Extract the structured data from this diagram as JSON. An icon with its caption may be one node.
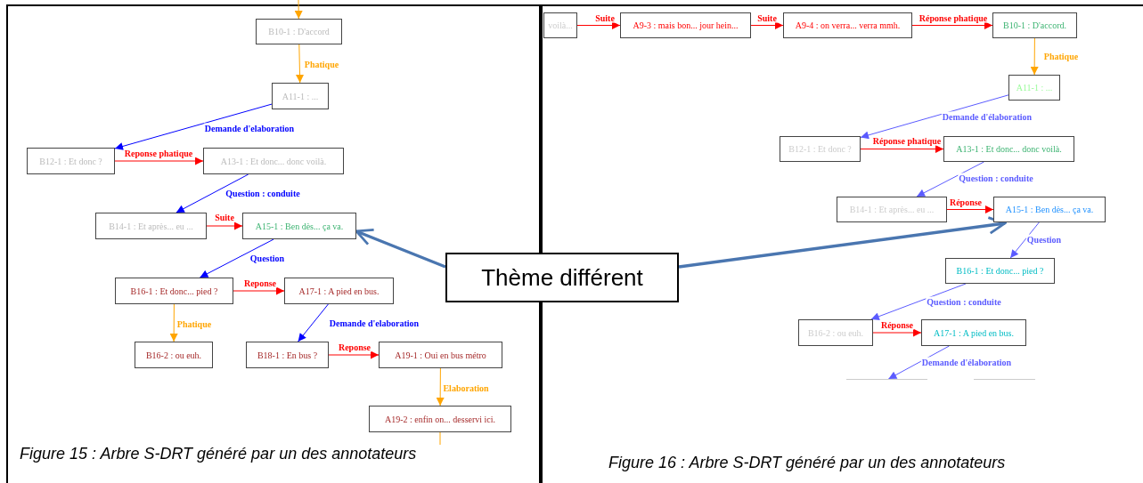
{
  "diagram": {
    "nodes": [
      {
        "text": [
          "B10-1 : D'accord"
        ]
      },
      {
        "text": [
          "A11-1 : ..."
        ]
      },
      {
        "text": [
          "B12-1 : Et donc ?"
        ]
      },
      {
        "text": [
          "A13-1 : Et donc... donc voilà."
        ]
      },
      {
        "text": [
          "B14-1 : Et après... eu ..."
        ]
      },
      {
        "text": [
          "A15-1 : Ben dès... ça va."
        ]
      },
      {
        "text": [
          "B16-1 : Et donc... pied ?"
        ]
      },
      {
        "text": [
          "A17-1 : A pied en bus."
        ]
      },
      {
        "text": [
          "B16-2 : ou euh."
        ]
      },
      {
        "text": [
          "B18-1 : En bus ?"
        ]
      },
      {
        "text": [
          "A19-1 : Oui en bus métro"
        ]
      },
      {
        "text": [
          "A19-2 : enfin on... desservi ici."
        ]
      },
      {
        "text": [
          "voilà..."
        ]
      },
      {
        "text": [
          "A9-3 : mais bon... jour hein..."
        ]
      },
      {
        "text": [
          "A9-4 : on verra... verra mmh."
        ]
      },
      {
        "text": [
          "B10-1 : D'accord."
        ]
      },
      {
        "text": [
          "A11-1 : ..."
        ]
      },
      {
        "text": [
          "B12-1 : Et donc ?"
        ]
      },
      {
        "text": [
          "A13-1 : Et donc... donc voilà."
        ]
      },
      {
        "text": [
          "B14-1 : Et après... eu ..."
        ]
      },
      {
        "text": [
          "A15-1 : Ben dès... ça va."
        ]
      },
      {
        "text": [
          "B16-1 : Et donc... pied ?"
        ]
      },
      {
        "text": [
          "B16-2 : ou euh."
        ]
      },
      {
        "text": [
          "A17-1 : A pied en bus."
        ]
      },
      {
        "text": [],
        "shape": "box"
      },
      {
        "text": [],
        "shape": "box"
      },
      {
        "text": [
          "Thème différent"
        ]
      }
    ],
    "edges": [
      {
        "from": null,
        "to": 0,
        "arrow": "to",
        "color": "#ffa500"
      },
      {
        "from": 0,
        "to": 1,
        "arrow": "to",
        "label": "Phatique",
        "color": "#ffa500"
      },
      {
        "from": 1,
        "to": 2,
        "arrow": "to",
        "label": "Demande d'elaboration",
        "color": "#0000ff"
      },
      {
        "from": 2,
        "to": 3,
        "arrow": "to",
        "label": "Reponse phatique",
        "color": "#ff0000"
      },
      {
        "from": 3,
        "to": 4,
        "arrow": "to",
        "label": "Question : conduite",
        "color": "#0000ff"
      },
      {
        "from": 4,
        "to": 5,
        "arrow": "to",
        "label": "Suite",
        "color": "#ff0000"
      },
      {
        "from": 5,
        "to": 6,
        "arrow": "to",
        "label": "Question",
        "color": "#0000ff"
      },
      {
        "from": 6,
        "to": 7,
        "arrow": "to",
        "label": "Reponse",
        "color": "#ff0000"
      },
      {
        "from": 6,
        "to": 8,
        "arrow": "to",
        "label": "Phatique",
        "color": "#ffa500"
      },
      {
        "from": 7,
        "to": 9,
        "arrow": "to",
        "label": "Demande d'elaboration",
        "color": "#0000ff"
      },
      {
        "from": 9,
        "to": 10,
        "arrow": "to",
        "label": "Reponse",
        "color": "#ff0000"
      },
      {
        "from": 10,
        "to": 11,
        "arrow": "to",
        "label": "Elaboration",
        "color": "#ffa500"
      },
      {
        "from": 11,
        "to": null,
        "arrow": "none",
        "color": "#ffa500"
      },
      {
        "from": 12,
        "to": 13,
        "arrow": "to",
        "label": "Suite",
        "color": "#ff0000"
      },
      {
        "from": 13,
        "to": 14,
        "arrow": "to",
        "label": "Suite",
        "color": "#ff0000"
      },
      {
        "from": 14,
        "to": 15,
        "arrow": "to",
        "label": "Réponse phatique",
        "color": "#ff0000"
      },
      {
        "from": 15,
        "to": 16,
        "arrow": "to",
        "label": "Phatique",
        "color": "#ffa500"
      },
      {
        "from": 16,
        "to": 17,
        "arrow": "to",
        "label": "Demande d'élaboration",
        "color": "#5b5bff"
      },
      {
        "from": 17,
        "to": 18,
        "arrow": "to",
        "label": "Réponse phatique",
        "color": "#ff0000"
      },
      {
        "from": 18,
        "to": 19,
        "arrow": "to",
        "label": "Question : conduite",
        "color": "#5b5bff"
      },
      {
        "from": 19,
        "to": 20,
        "arrow": "to",
        "label": "Réponse",
        "color": "#ff0000"
      },
      {
        "from": 20,
        "to": 21,
        "arrow": "to",
        "label": "Question",
        "color": "#5b5bff"
      },
      {
        "from": 21,
        "to": 22,
        "arrow": "to",
        "label": "Question : conduite",
        "color": "#5b5bff"
      },
      {
        "from": 22,
        "to": 23,
        "arrow": "to",
        "label": "Réponse",
        "color": "#ff0000"
      },
      {
        "from": 23,
        "to": 24,
        "arrow": "to",
        "label": "Demande d'élaboration",
        "color": "#5b5bff"
      },
      {
        "from": 26,
        "to": 5,
        "arrow": "to",
        "style": "thick",
        "color": "#4a76b0"
      },
      {
        "from": 26,
        "to": 20,
        "arrow": "to",
        "style": "thick",
        "color": "#4a76b0"
      }
    ],
    "labels": [
      "Figure 15 : Arbre S-DRT généré par un des annotateurs",
      "Figure 16 : Arbre S-DRT généré par un des annotateurs"
    ]
  }
}
